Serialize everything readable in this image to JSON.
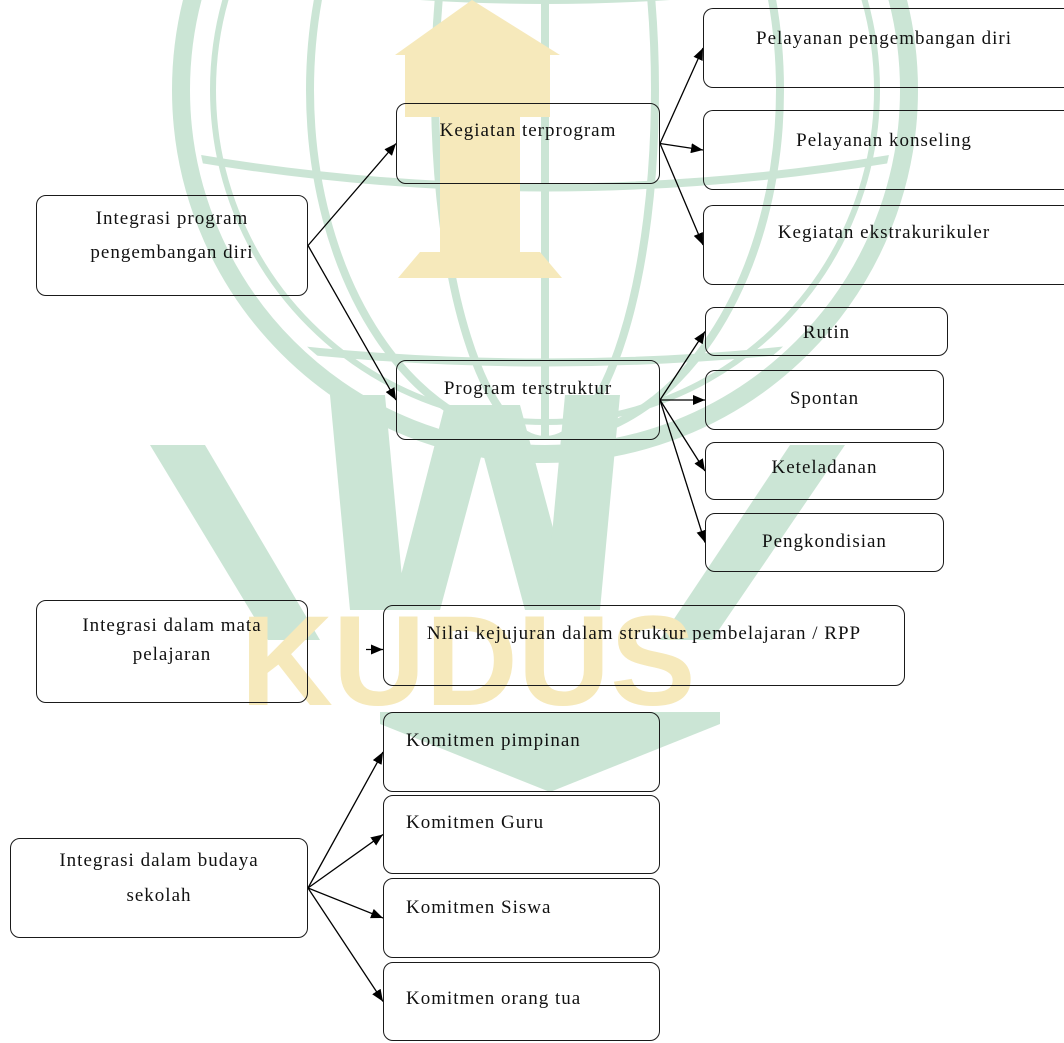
{
  "colors": {
    "watermark_green": "#cbe5d5",
    "watermark_yellow": "#f6e9bb",
    "stroke": "#000000"
  },
  "watermark": {
    "text": "KUDUS"
  },
  "diagram": {
    "roots": [
      {
        "lines": [
          "Integrasi program",
          "pengembangan diri"
        ],
        "children": [
          {
            "lines": [
              "Kegiatan terprogram"
            ],
            "children": [
              {
                "lines": [
                  "Pelayanan pengembangan diri"
                ]
              },
              {
                "lines": [
                  "Pelayanan konseling"
                ]
              },
              {
                "lines": [
                  "Kegiatan ekstrakurikuler"
                ]
              }
            ]
          },
          {
            "lines": [
              "Program terstruktur"
            ],
            "children": [
              {
                "lines": [
                  "Rutin"
                ]
              },
              {
                "lines": [
                  "Spontan"
                ]
              },
              {
                "lines": [
                  "Keteladanan"
                ]
              },
              {
                "lines": [
                  "Pengkondisian"
                ]
              }
            ]
          }
        ]
      },
      {
        "lines": [
          "Integrasi dalam mata",
          "pelajaran"
        ],
        "children": [
          {
            "lines": [
              "Nilai kejujuran dalam struktur pembelajaran / RPP"
            ]
          }
        ]
      },
      {
        "lines": [
          "Integrasi dalam budaya",
          "sekolah"
        ],
        "children": [
          {
            "lines": [
              "Komitmen pimpinan"
            ]
          },
          {
            "lines": [
              "Komitmen Guru"
            ]
          },
          {
            "lines": [
              "Komitmen Siswa"
            ]
          },
          {
            "lines": [
              "Komitmen orang tua"
            ]
          }
        ]
      }
    ]
  }
}
